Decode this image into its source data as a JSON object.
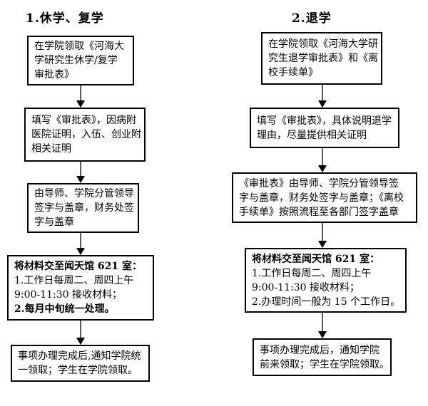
{
  "colors": {
    "background": "#ffffff",
    "box_border": "#000000",
    "text": "#000000",
    "arrow_shaft": "#595959",
    "arrow_head": "#000000"
  },
  "sections": [
    {
      "title": "1.休学、复学",
      "steps": [
        {
          "lines": [
            {
              "text": "在学院领取《河海大",
              "bold": false
            },
            {
              "text": "学研究生休学/复学",
              "bold": false
            },
            {
              "text": "审批表》",
              "bold": false
            }
          ]
        },
        {
          "lines": [
            {
              "text": "填写《审批表》，因病附",
              "bold": false
            },
            {
              "text": "医院证明，入伍、创业附",
              "bold": false
            },
            {
              "text": "相关证明",
              "bold": false
            }
          ]
        },
        {
          "lines": [
            {
              "text": "由导师、学院分管领导",
              "bold": false
            },
            {
              "text": "签字与盖章，财务处签",
              "bold": false
            },
            {
              "text": "字与盖章",
              "bold": false
            }
          ]
        },
        {
          "lines": [
            {
              "text": "将材料交至闻天馆 621 室：",
              "bold": true
            },
            {
              "text": "1.工作日每周二、周四上午",
              "bold": false
            },
            {
              "text": "9:00-11:30 接收材料；",
              "bold": false
            },
            {
              "text": "2.每月中旬统一处理。",
              "bold": true
            }
          ]
        },
        {
          "lines": [
            {
              "text": "事项办理完成后,通知学院统",
              "bold": false
            },
            {
              "text": "一领取；学生在学院领取。",
              "bold": false
            }
          ]
        }
      ]
    },
    {
      "title": "2.退学",
      "steps": [
        {
          "lines": [
            {
              "text": "在学院领取《河海大学研",
              "bold": false
            },
            {
              "text": "究生退学审批表》和《离",
              "bold": false
            },
            {
              "text": "校手续单》",
              "bold": false
            }
          ]
        },
        {
          "lines": [
            {
              "text": "填写《审批表》，具体说明退学",
              "bold": false
            },
            {
              "text": "理由，尽量提供相关证明",
              "bold": false
            }
          ]
        },
        {
          "lines": [
            {
              "text": "《审批表》由导师、学院分管领导签",
              "bold": false
            },
            {
              "text": "字与盖章，财务处签字与盖章；《离校",
              "bold": false
            },
            {
              "text": "手续单》按照流程至各部门签字盖章",
              "bold": false
            }
          ]
        },
        {
          "lines": [
            {
              "text": "将材料交至闻天馆 621 室：",
              "bold": true
            },
            {
              "text": "1.工作日每周二、周四上午",
              "bold": false
            },
            {
              "text": "9:00-11:30 接收材料；",
              "bold": false
            },
            {
              "text": "2.办理时间一般为 15 个工作日。",
              "bold": false
            }
          ]
        },
        {
          "lines": [
            {
              "text": "事项办理完成后，通知学院",
              "bold": false
            },
            {
              "text": "前来领取；学生在学院领取。",
              "bold": false
            }
          ]
        }
      ]
    }
  ]
}
